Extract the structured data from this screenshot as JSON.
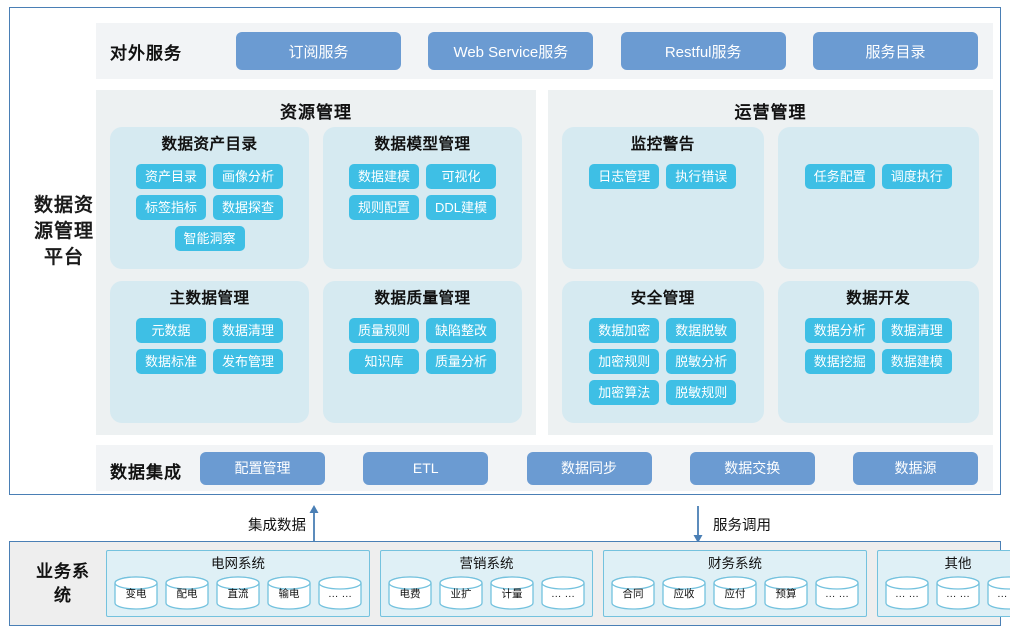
{
  "platform": {
    "title": "数据资源管理平台",
    "external_services": {
      "label": "对外服务",
      "buttons": [
        "订阅服务",
        "Web Service服务",
        "Restful服务",
        "服务目录"
      ]
    },
    "panels": [
      {
        "title": "资源管理",
        "cards": [
          {
            "title": "数据资产目录",
            "chips": [
              "资产目录",
              "画像分析",
              "标签指标",
              "数据探查",
              "智能洞察"
            ]
          },
          {
            "title": "数据模型管理",
            "chips": [
              "数据建模",
              "可视化",
              "规则配置",
              "DDL建模"
            ]
          },
          {
            "title": "主数据管理",
            "chips": [
              "元数据",
              "数据清理",
              "数据标准",
              "发布管理"
            ]
          },
          {
            "title": "数据质量管理",
            "chips": [
              "质量规则",
              "缺陷整改",
              "知识库",
              "质量分析"
            ]
          }
        ]
      },
      {
        "title": "运营管理",
        "cards": [
          {
            "title": "监控警告",
            "chips": [
              "日志管理",
              "执行错误"
            ]
          },
          {
            "title": "",
            "chips": [
              "任务配置",
              "调度执行"
            ]
          },
          {
            "title": "安全管理",
            "chips": [
              "数据加密",
              "数据脱敏",
              "加密规则",
              "脱敏分析",
              "加密算法",
              "脱敏规则"
            ]
          },
          {
            "title": "数据开发",
            "chips": [
              "数据分析",
              "数据清理",
              "数据挖掘",
              "数据建模"
            ]
          }
        ]
      }
    ],
    "integration": {
      "label": "数据集成",
      "buttons": [
        "配置管理",
        "ETL",
        "数据同步",
        "数据交换",
        "数据源"
      ]
    }
  },
  "connectors": [
    {
      "label": "集成数据",
      "direction": "up",
      "icon": "arrow-up-icon"
    },
    {
      "label": "服务调用",
      "direction": "down",
      "icon": "arrow-down-icon"
    }
  ],
  "business_systems": {
    "title": "业务系统",
    "groups": [
      {
        "title": "电网系统",
        "items": [
          "变电",
          "配电",
          "直流",
          "输电",
          "… …"
        ]
      },
      {
        "title": "营销系统",
        "items": [
          "电费",
          "业扩",
          "计量",
          "… …"
        ]
      },
      {
        "title": "财务系统",
        "items": [
          "合同",
          "应收",
          "应付",
          "预算",
          "… …"
        ]
      },
      {
        "title": "其他",
        "items": [
          "… …",
          "… …",
          "… …"
        ]
      }
    ]
  },
  "colors": {
    "frame_border": "#4a7fb5",
    "band_bg": "#f2f4f6",
    "panel_bg": "#edf1f2",
    "card_bg": "#d6eaf1",
    "chip": "#3ebfe5",
    "button_blue": "#6b9bd2",
    "db_border": "#74c2de",
    "biz_bg": "#eeeeee",
    "arrow": "#4a7fb5"
  }
}
